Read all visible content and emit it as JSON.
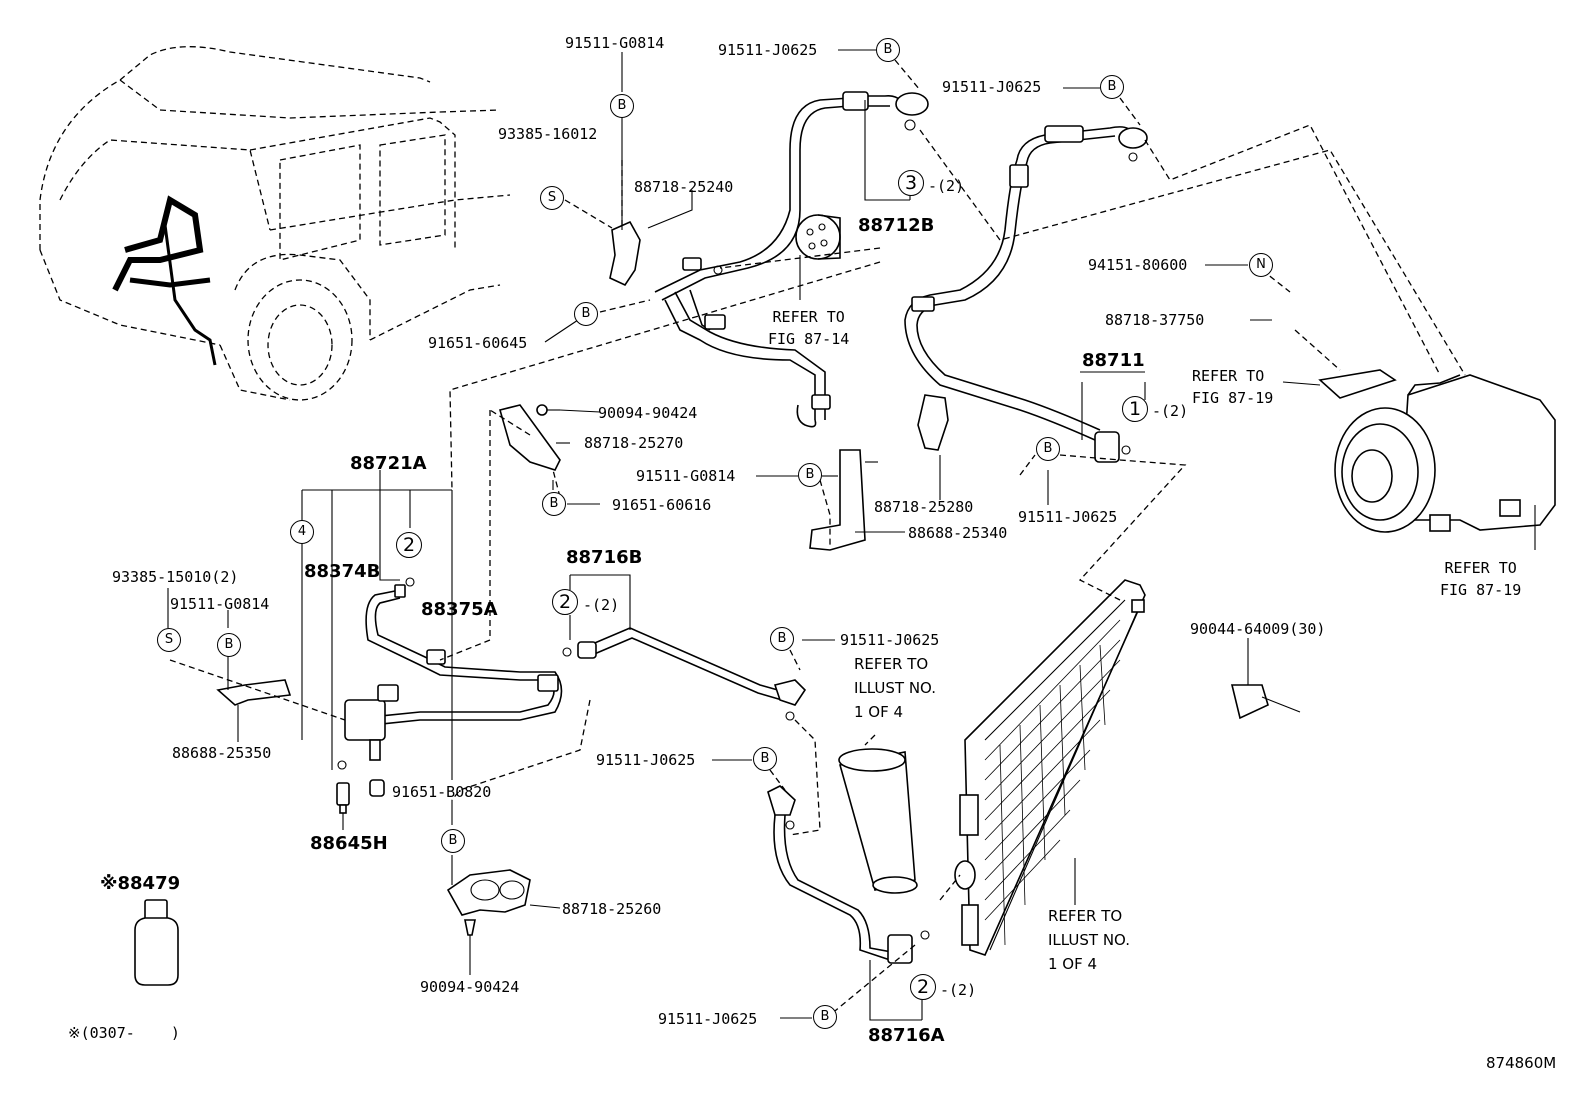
{
  "labels": {
    "p_91511_G0814_top": "91511-G0814",
    "p_93385_16012": "93385-16012",
    "p_88718_25240": "88718-25240",
    "p_91651_60645": "91651-60645",
    "p_91511_J0625_a": "91511-J0625",
    "p_91511_J0625_b": "91511-J0625",
    "p_88712B": "88712B",
    "p_94151_80600": "94151-80600",
    "p_88718_37750": "88718-37750",
    "p_88711": "88711",
    "p_90094_90424_a": "90094-90424",
    "p_88718_25270": "88718-25270",
    "p_91511_G0814_mid": "91511-G0814",
    "p_91651_60616": "91651-60616",
    "p_88718_25280": "88718-25280",
    "p_91511_J0625_c": "91511-J0625",
    "p_88688_25340": "88688-25340",
    "p_88721A": "88721A",
    "p_88374B": "88374B",
    "p_88375A": "88375A",
    "p_93385_15010": "93385-15010(2)",
    "p_91511_G0814_left": "91511-G0814",
    "p_88688_25350": "88688-25350",
    "p_91651_B0820": "91651-B0820",
    "p_88645H": "88645H",
    "p_88716B": "88716B",
    "p_91511_J0625_d": "91511-J0625",
    "p_91511_J0625_e": "91511-J0625",
    "p_88718_25260": "88718-25260",
    "p_90094_90424_b": "90094-90424",
    "p_91511_J0625_f": "91511-J0625",
    "p_88716A": "88716A",
    "p_90044_64009": "90044-64009(30)",
    "p_88479": "※88479",
    "footnote": "※(0307-    )",
    "figure_id": "874860M"
  },
  "notes": {
    "refer_fig_87_14": "REFER TO\nFIG 87-14",
    "refer_fig_87_19_a": "REFER TO\nFIG 87-19",
    "refer_fig_87_19_b": "REFER TO\nFIG 87-19",
    "refer_illust_1": "REFER TO\nILLUST NO.\n1 OF 4",
    "refer_illust_2": "REFER TO\nILLUST NO.\n1 OF 4"
  },
  "callouts": {
    "B": "B",
    "S": "S",
    "N": "N",
    "one": "1",
    "two": "2",
    "three": "3",
    "four": "4"
  },
  "counts": {
    "x2": "-(2)"
  }
}
